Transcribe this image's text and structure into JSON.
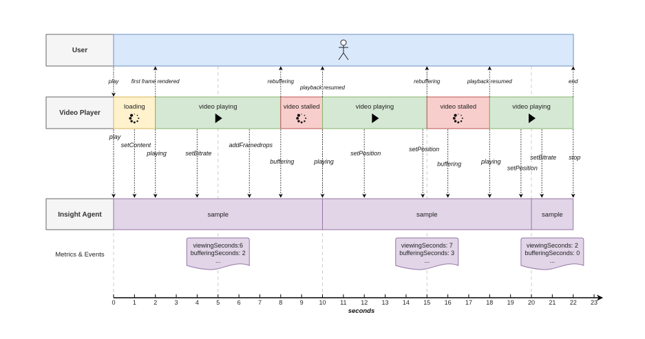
{
  "rows": {
    "user": "User",
    "player": "Video Player",
    "agent": "Insight Agent",
    "metrics": "Metrics & Events"
  },
  "colors": {
    "user_fill": "#dae8fc",
    "user_stroke": "#6c8ebf",
    "loading_fill": "#fff2cc",
    "loading_stroke": "#d6b656",
    "playing_fill": "#d5e8d4",
    "playing_stroke": "#82b366",
    "stalled_fill": "#f8cecc",
    "stalled_stroke": "#b85450",
    "agent_fill": "#e1d5e7",
    "agent_stroke": "#9673a6",
    "label_fill": "#f5f5f5",
    "label_stroke": "#666666"
  },
  "player_segments": [
    {
      "label": "loading",
      "start": 0,
      "end": 2,
      "kind": "loading",
      "icon": "spinner-icon"
    },
    {
      "label": "video playing",
      "start": 2,
      "end": 8,
      "kind": "playing",
      "icon": "play-icon"
    },
    {
      "label": "video stalled",
      "start": 8,
      "end": 10,
      "kind": "stalled",
      "icon": "spinner-icon"
    },
    {
      "label": "video playing",
      "start": 10,
      "end": 15,
      "kind": "playing",
      "icon": "play-icon"
    },
    {
      "label": "video stalled",
      "start": 15,
      "end": 18,
      "kind": "stalled",
      "icon": "spinner-icon"
    },
    {
      "label": "video playing",
      "start": 18,
      "end": 22,
      "kind": "playing",
      "icon": "play-icon"
    }
  ],
  "user_events": [
    {
      "label": "play",
      "t": 0,
      "dir": "down",
      "label_offset": "center"
    },
    {
      "label": "first frame rendered",
      "t": 2,
      "dir": "up",
      "label_offset": "center"
    },
    {
      "label": "rebuffering",
      "t": 8,
      "dir": "up",
      "label_offset": "center"
    },
    {
      "label": "playback resumed",
      "t": 10,
      "dir": "up",
      "label_offset": "low"
    },
    {
      "label": "rebuffering",
      "t": 15,
      "dir": "up",
      "label_offset": "center"
    },
    {
      "label": "playback resumed",
      "t": 18,
      "dir": "up",
      "label_offset": "center"
    },
    {
      "label": "end",
      "t": 22,
      "dir": "up",
      "label_offset": "center"
    }
  ],
  "agent_calls": [
    {
      "label": "play",
      "t": 0,
      "level": 0
    },
    {
      "label": "setContent",
      "t": 1,
      "level": 1
    },
    {
      "label": "playing",
      "t": 2,
      "level": 2
    },
    {
      "label": "setBitrate",
      "t": 4,
      "level": 2
    },
    {
      "label": "addFramedrops",
      "t": 6.5,
      "level": 1
    },
    {
      "label": "buffering",
      "t": 8,
      "level": 3
    },
    {
      "label": "playing",
      "t": 10,
      "level": 3
    },
    {
      "label": "setPosition",
      "t": 12,
      "level": 2
    },
    {
      "label": "setPosition",
      "t": 14.8,
      "level": 1.5
    },
    {
      "label": "buffering",
      "t": 16,
      "level": 3.3
    },
    {
      "label": "playing",
      "t": 18,
      "level": 3
    },
    {
      "label": "setPosition",
      "t": 19.5,
      "level": 3.8
    },
    {
      "label": "setBitrate",
      "t": 20.5,
      "level": 2.5
    },
    {
      "label": "stop",
      "t": 22,
      "level": 2.5
    }
  ],
  "samples": [
    {
      "label": "sample",
      "start": 0,
      "end": 10
    },
    {
      "label": "sample",
      "start": 10,
      "end": 20
    },
    {
      "label": "sample",
      "start": 20,
      "end": 22
    }
  ],
  "metrics": [
    {
      "t": 5,
      "lines": [
        "viewingSeconds:6",
        "bufferingSeconds: 2",
        "..."
      ]
    },
    {
      "t": 15,
      "lines": [
        "viewingSeconds: 7",
        "bufferingSeconds: 3",
        "..."
      ]
    },
    {
      "t": 21,
      "lines": [
        "viewingSeconds: 2",
        "bufferingSeconds: 0",
        "..."
      ]
    }
  ],
  "guide_lines": [
    5,
    10,
    15,
    20
  ],
  "axis": {
    "label": "seconds",
    "min": 0,
    "max": 23,
    "ticks": [
      "0",
      "1",
      "2",
      "3",
      "4",
      "5",
      "6",
      "7",
      "8",
      "9",
      "10",
      "11",
      "12",
      "13",
      "14",
      "15",
      "16",
      "17",
      "18",
      "19",
      "20",
      "21",
      "22",
      "23"
    ]
  }
}
